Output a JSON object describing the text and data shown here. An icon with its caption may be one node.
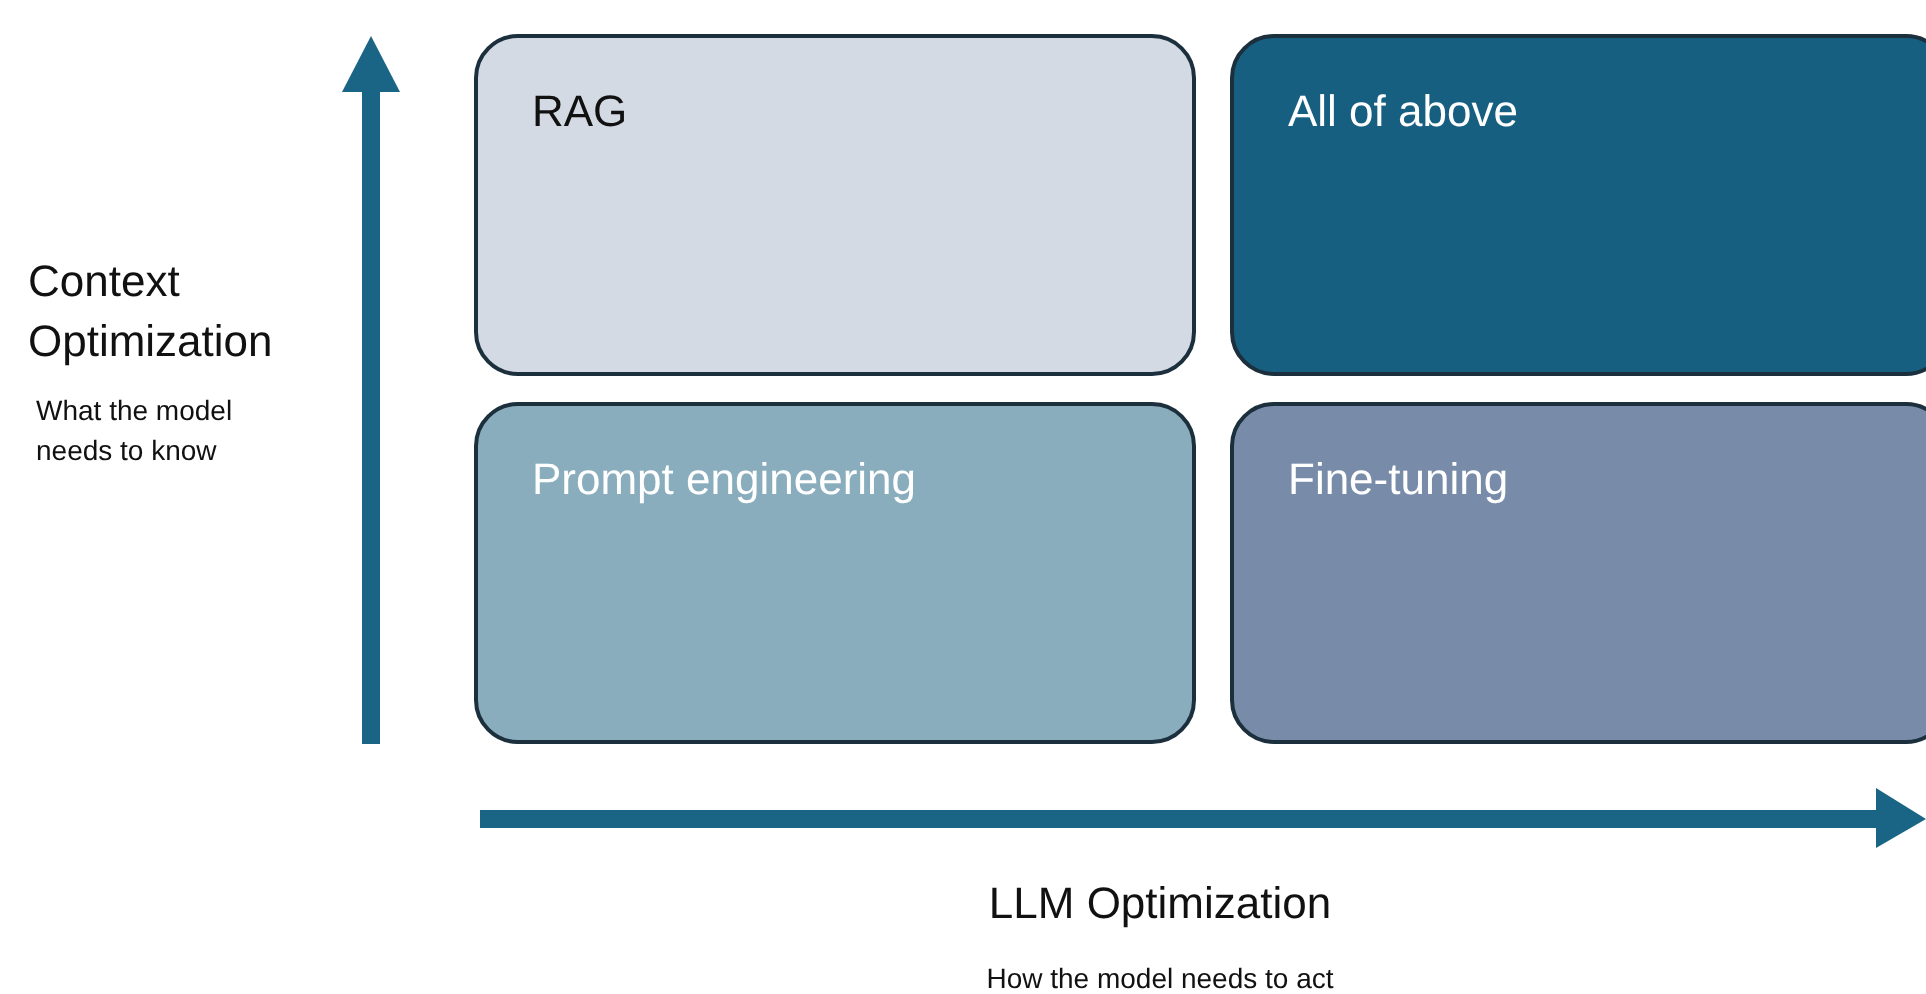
{
  "diagram": {
    "nodes": [
      {
        "text": [
          "RAG"
        ]
      },
      {
        "text": [
          "All of above"
        ]
      },
      {
        "text": [
          "Prompt engineering"
        ]
      },
      {
        "text": [
          "Fine-tuning"
        ]
      }
    ],
    "labels": [
      "Context Optimization",
      "What the model needs to know",
      "LLM Optimization",
      "How the model needs to act"
    ]
  }
}
